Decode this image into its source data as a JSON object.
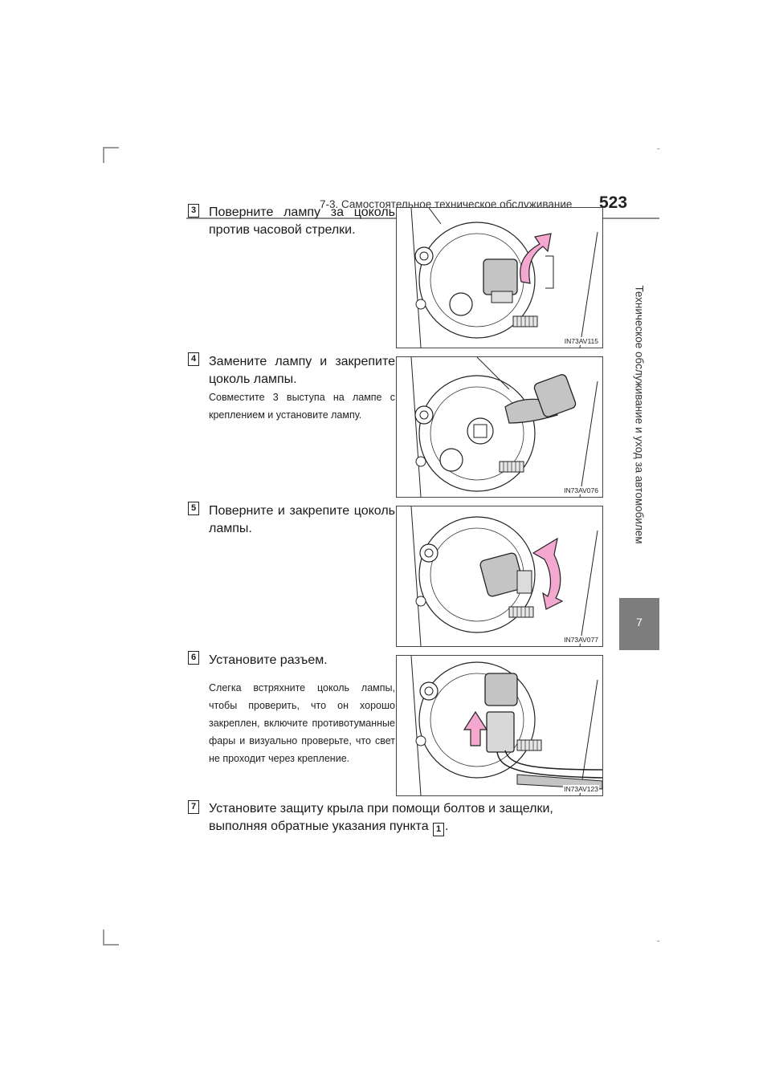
{
  "header": {
    "section_title": "7-3. Самостоятельное техническое обслуживание",
    "page_number": "523"
  },
  "sidebar": {
    "chapter_title": "Техническое обслуживание и уход за автомобилем",
    "chapter_number": "7"
  },
  "steps": [
    {
      "number": "3",
      "text": "Поверните лампу за цоколь против часовой стрелки.",
      "note": "",
      "figure_code": "IN73AV115"
    },
    {
      "number": "4",
      "text": "Замените лампу и закрепите цоколь лампы.",
      "note": "Совместите 3 выступа на лампе с креплением и установите лампу.",
      "figure_code": "IN73AV076"
    },
    {
      "number": "5",
      "text": "Поверните и закрепите цоколь лампы.",
      "note": "",
      "figure_code": "IN73AV077"
    },
    {
      "number": "6",
      "text": "Установите разъем.",
      "note": "Слегка встряхните цоколь лампы, чтобы проверить, что он хорошо закреплен, включите противотуманные фары и визуально проверьте, что свет не проходит через крепление.",
      "figure_code": "IN73AV123"
    },
    {
      "number": "7",
      "text_before": "Установите защиту крыла при помощи болтов и защелки, выполняя обратные указания пункта",
      "ref": "1",
      "text_after": "."
    }
  ],
  "colors": {
    "arrow_pink": "#f4a8d0",
    "bulb_gray": "#c4c4c4",
    "tab_gray": "#7d7d7d",
    "rule_gray": "#8e8e8e"
  }
}
